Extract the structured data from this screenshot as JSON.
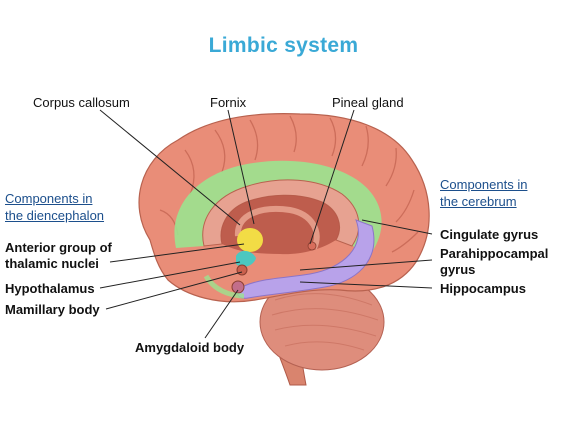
{
  "title": "Limbic system",
  "top_labels": {
    "corpus_callosum": "Corpus callosum",
    "fornix": "Fornix",
    "pineal_gland": "Pineal gland"
  },
  "left_header": [
    "Components in",
    "the diencephalon"
  ],
  "right_header": [
    "Components in",
    "the cerebrum"
  ],
  "left_labels": {
    "anterior_line1": "Anterior group of",
    "anterior_line2": "thalamic nuclei",
    "hypothalamus": "Hypothalamus",
    "mamillary": "Mamillary body"
  },
  "right_labels": {
    "cingulate": "Cingulate gyrus",
    "parahippo_line1": "Parahippocampal",
    "parahippo_line2": "gyrus",
    "hippocampus": "Hippocampus"
  },
  "bottom_label": "Amygdaloid body",
  "colors": {
    "title": "#3aa9d6",
    "brain": "#e98d78",
    "brain_dark": "#c6604e",
    "cingulate": "#9be38f",
    "hippocampus": "#b8a2ea",
    "thalamic": "#f2dc45",
    "hypothalamus": "#4cc7c0",
    "header": "#1c4f8c"
  }
}
